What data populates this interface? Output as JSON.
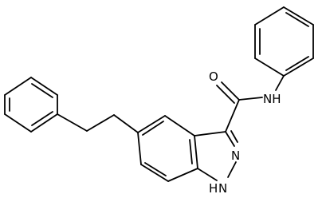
{
  "molecule": {
    "atom_labels": {
      "carbonyl_oxygen": "O",
      "amide_nitrogen": "NH",
      "ring_nitrogen_2": "N",
      "ring_nitrogen_1": "H",
      "ring_nitrogen_1_n": "N"
    }
  }
}
